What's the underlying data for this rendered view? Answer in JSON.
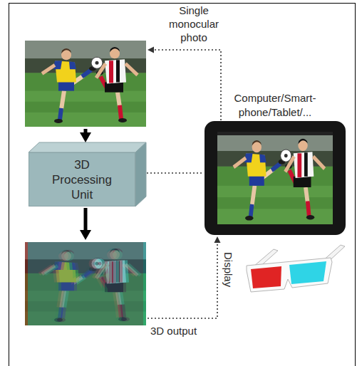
{
  "diagram": {
    "nodes": [
      {
        "text": [
          "Single monocular photo"
        ]
      },
      {
        "text": [
          "3D Processing Unit"
        ]
      },
      {
        "text": [
          "3D output"
        ]
      },
      {
        "text": [
          "Computer/Smart- phone/Tablet/..."
        ]
      }
    ],
    "edges": [
      {
        "from": 3,
        "to": 0,
        "arrow": "to"
      },
      {
        "from": 0,
        "to": 1,
        "arrow": "to"
      },
      {
        "from": 1,
        "to": 3,
        "arrow": "none"
      },
      {
        "from": 1,
        "to": 2,
        "arrow": "to"
      },
      {
        "from": 2,
        "to": 3,
        "arrow": "to",
        "label": "Display"
      }
    ]
  }
}
